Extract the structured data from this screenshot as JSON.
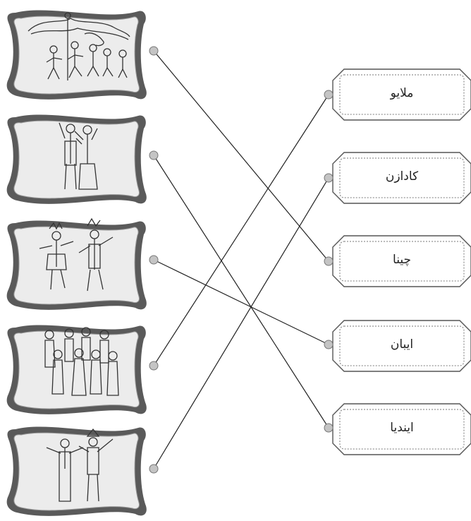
{
  "worksheet": {
    "pictures": [
      {
        "depicts": "lion dance"
      },
      {
        "depicts": "malay dancers"
      },
      {
        "depicts": "iban dancers"
      },
      {
        "depicts": "group of indian dancers"
      },
      {
        "depicts": "kadazan dancers"
      }
    ],
    "labels": [
      "ملايو",
      "كادازن",
      "چينا",
      "ايبان",
      "اينديا"
    ],
    "matches": [
      {
        "picture": 0,
        "label": 2
      },
      {
        "picture": 1,
        "label": 4
      },
      {
        "picture": 2,
        "label": 3
      },
      {
        "picture": 3,
        "label": 0
      },
      {
        "picture": 4,
        "label": 1
      }
    ],
    "colors": {
      "frame": "#5a5a5a",
      "frame_fill": "#e6e6e6",
      "line": "#222222",
      "dot": "#b8b8b8"
    }
  }
}
